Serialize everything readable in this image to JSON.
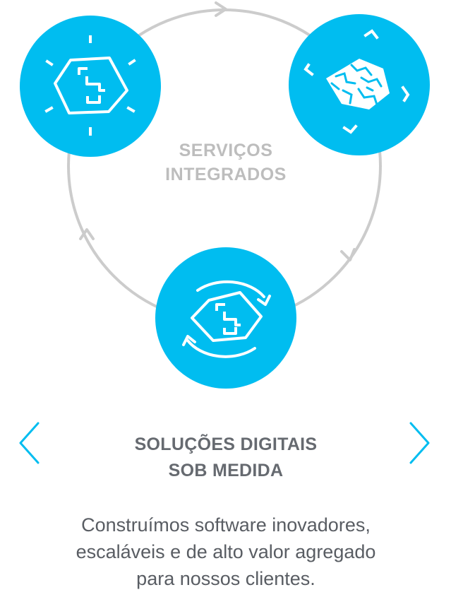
{
  "cycle": {
    "center_title_line1": "SERVIÇOS",
    "center_title_line2": "INTEGRADOS",
    "nodes": [
      {
        "icon": "idea-hexagon-icon"
      },
      {
        "icon": "brain-cube-icon"
      },
      {
        "icon": "refresh-hexagon-icon"
      }
    ]
  },
  "carousel": {
    "title_line1": "SOLUÇÕES DIGITAIS",
    "title_line2": "SOB MEDIDA",
    "description_line1": "Construímos software inovadores,",
    "description_line2": "escaláveis e de alto valor agregado",
    "description_line3": "para nossos clientes.",
    "prev_icon": "chevron-left-icon",
    "next_icon": "chevron-right-icon"
  },
  "colors": {
    "accent": "#00bdf0",
    "ring": "#cccccc",
    "center_text": "#bdbdbd",
    "title_text": "#666a70",
    "body_text": "#595d63"
  }
}
